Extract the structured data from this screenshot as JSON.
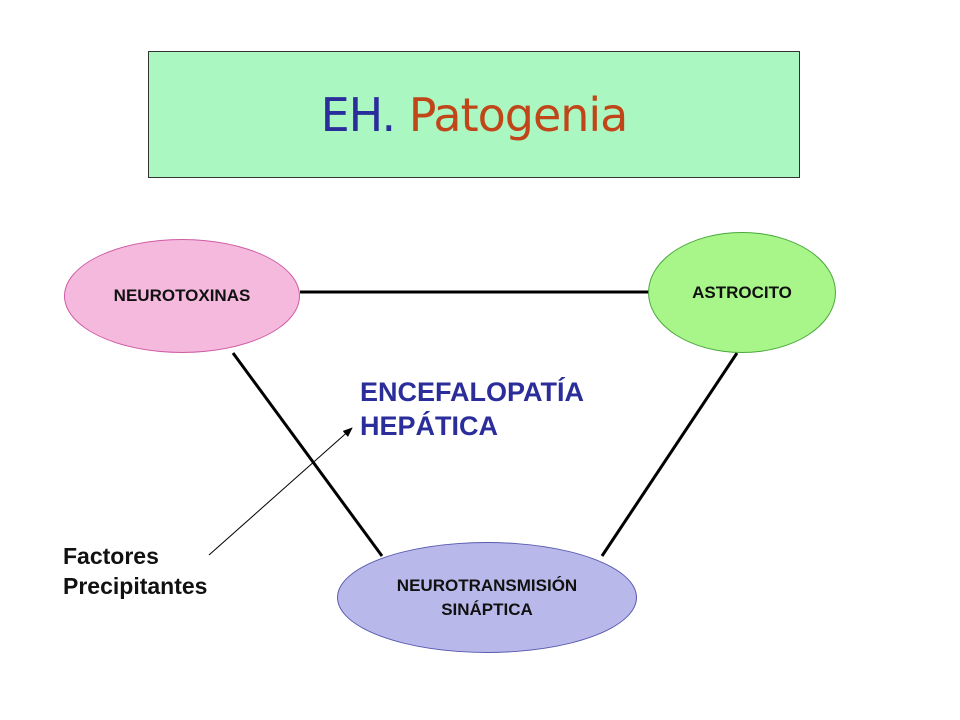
{
  "title": {
    "part1": "EH.",
    "part2": "Patogenia",
    "color_part1": "#2a2d9a",
    "color_part2": "#c0461a",
    "background": "#aaf7c1"
  },
  "nodes": {
    "neurotoxinas": {
      "label": "NEUROTOXINAS",
      "fill": "#f4b9dc"
    },
    "astrocito": {
      "label": "ASTROCITO",
      "fill": "#a8f58a"
    },
    "neurotransmision": {
      "line1": "NEUROTRANSMISIÓN",
      "line2": "SINÁPTICA",
      "fill": "#b8b8ea"
    }
  },
  "center": {
    "line1": "ENCEFALOPATÍA",
    "line2": "HEPÁTICA",
    "color": "#2a2d9a"
  },
  "factors": {
    "line1": "Factores",
    "line2": "Precipitantes"
  }
}
